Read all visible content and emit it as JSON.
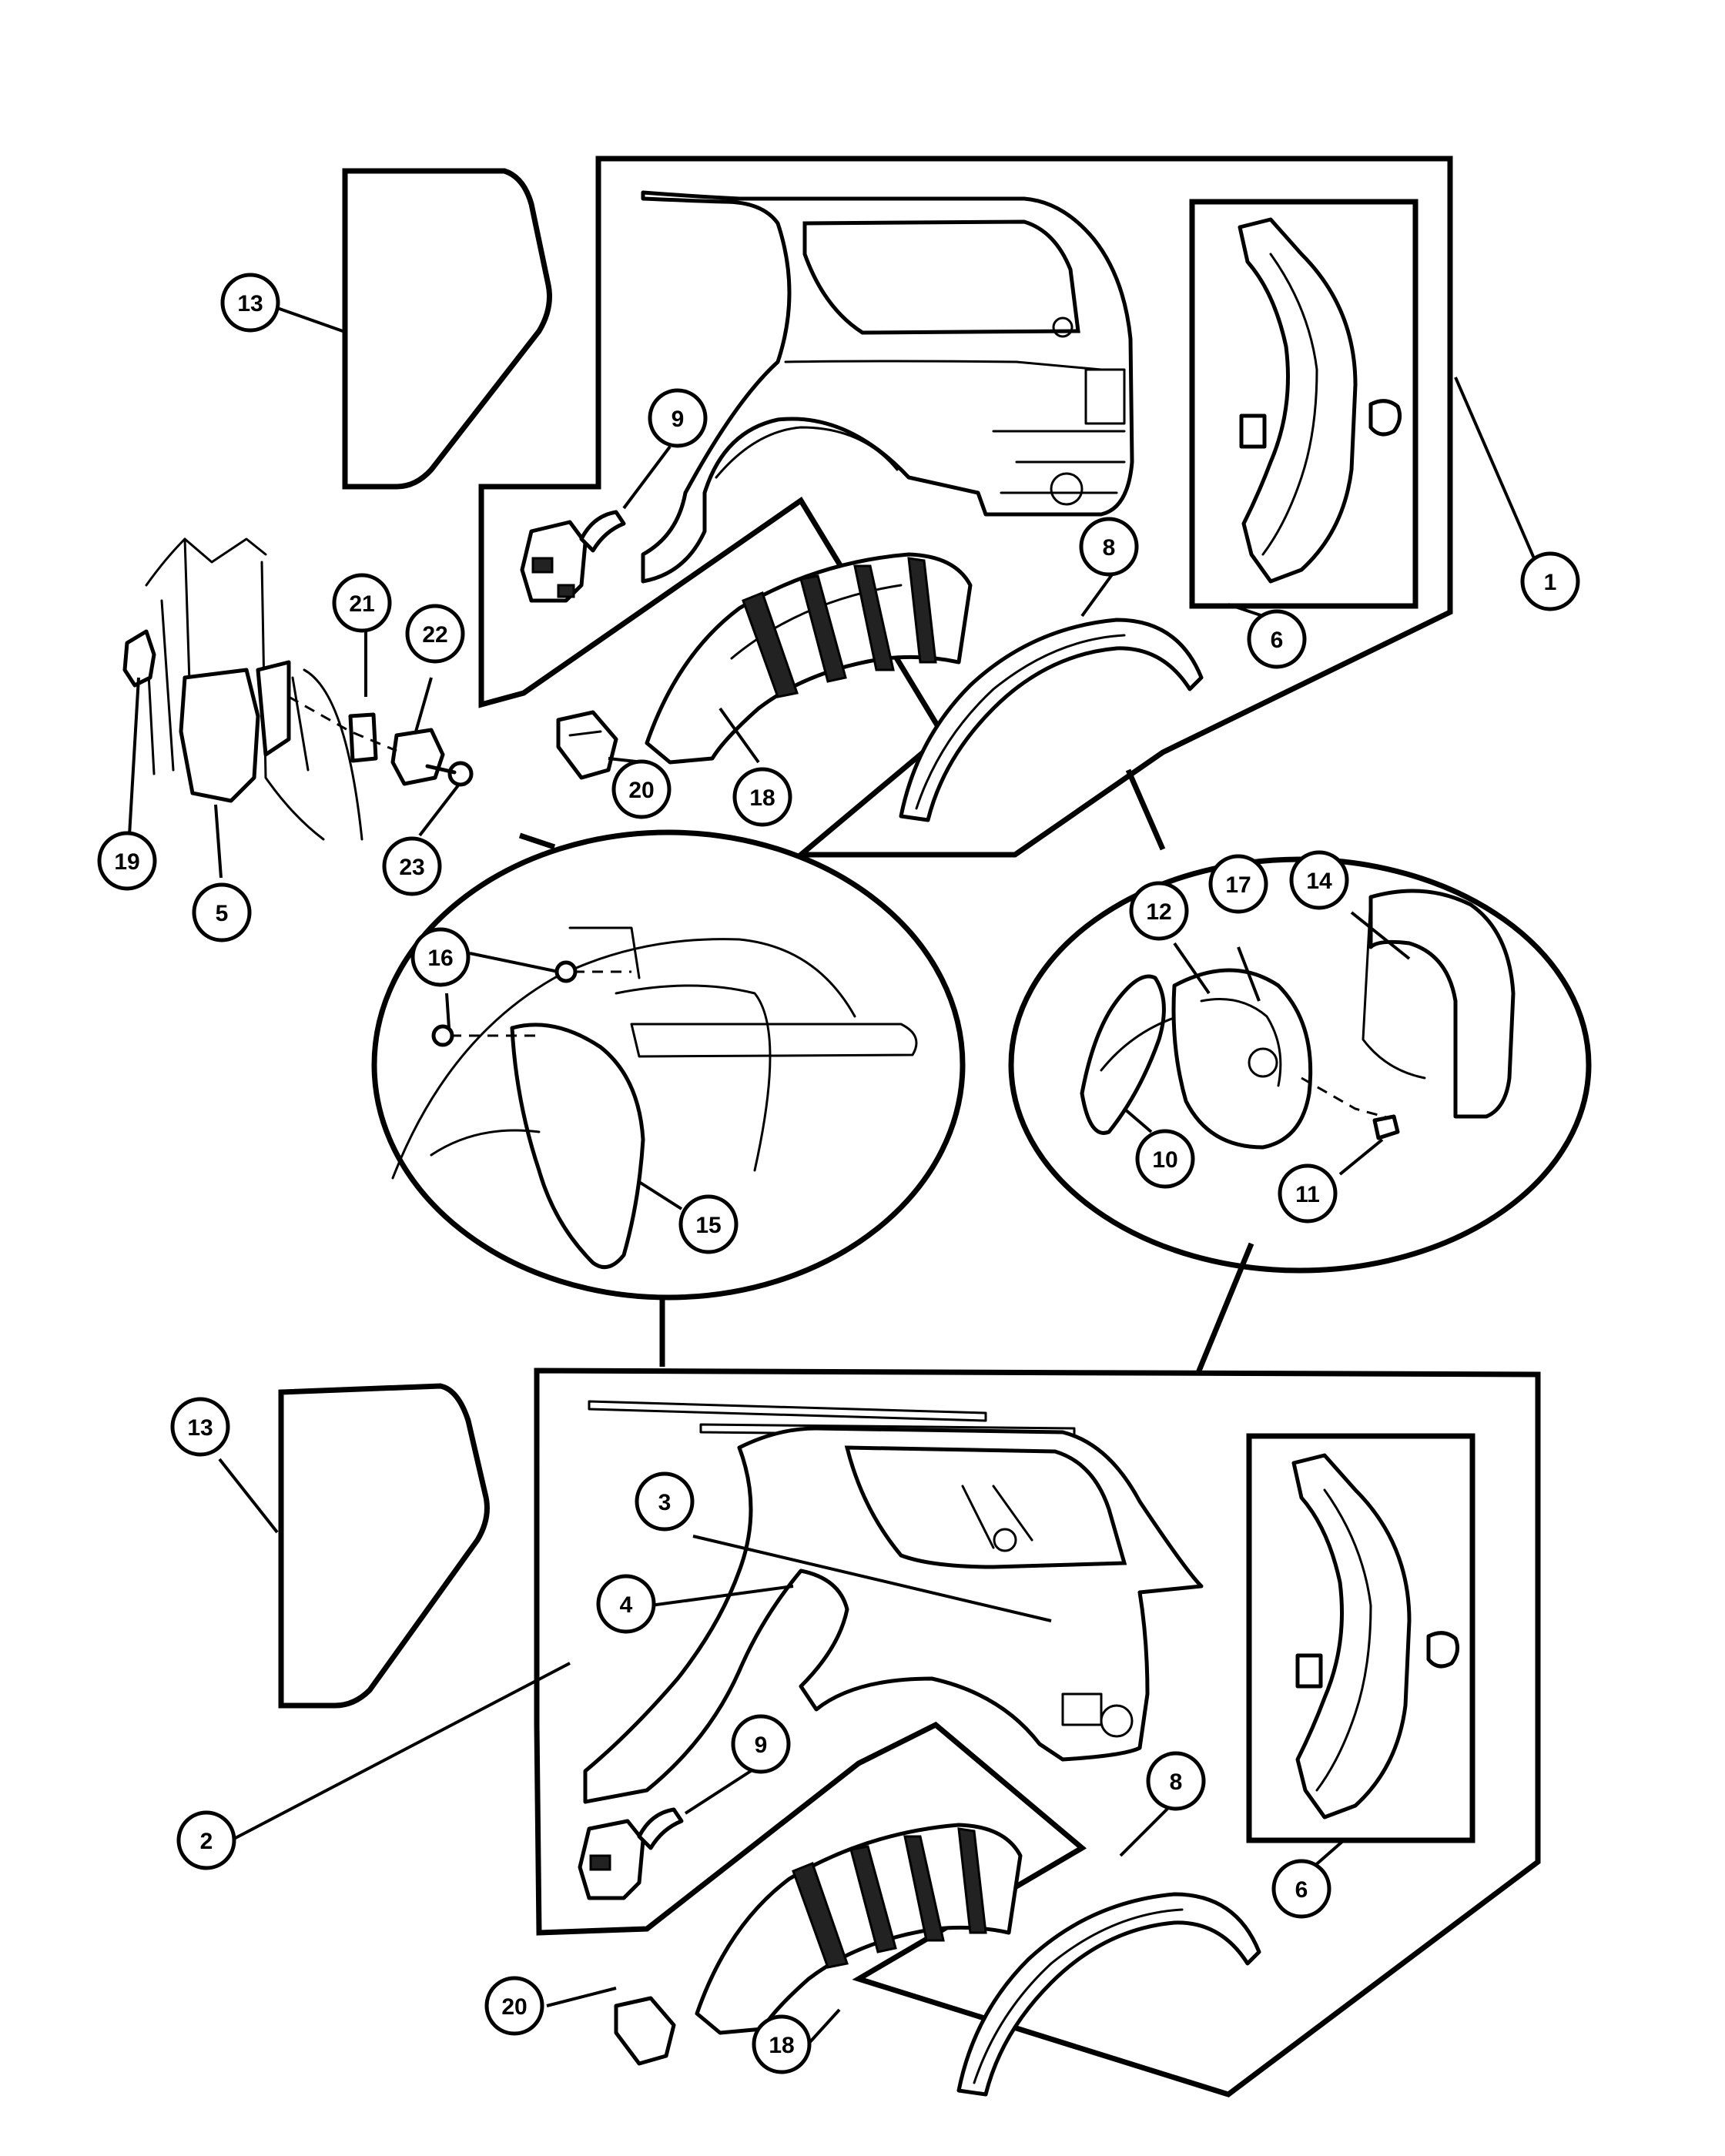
{
  "callouts": [
    {
      "id": "c13-top",
      "label": "13"
    },
    {
      "id": "c9-top",
      "label": "9"
    },
    {
      "id": "c1",
      "label": "1"
    },
    {
      "id": "c6-top",
      "label": "6"
    },
    {
      "id": "c8-top",
      "label": "8"
    },
    {
      "id": "c21",
      "label": "21"
    },
    {
      "id": "c22",
      "label": "22"
    },
    {
      "id": "c19",
      "label": "19"
    },
    {
      "id": "c5",
      "label": "5"
    },
    {
      "id": "c23",
      "label": "23"
    },
    {
      "id": "c20-top",
      "label": "20"
    },
    {
      "id": "c18-top",
      "label": "18"
    },
    {
      "id": "c16",
      "label": "16"
    },
    {
      "id": "c15",
      "label": "15"
    },
    {
      "id": "c12",
      "label": "12"
    },
    {
      "id": "c17",
      "label": "17"
    },
    {
      "id": "c14",
      "label": "14"
    },
    {
      "id": "c10",
      "label": "10"
    },
    {
      "id": "c11",
      "label": "11"
    },
    {
      "id": "c13-bot",
      "label": "13"
    },
    {
      "id": "c3",
      "label": "3"
    },
    {
      "id": "c4",
      "label": "4"
    },
    {
      "id": "c2",
      "label": "2"
    },
    {
      "id": "c9-bot",
      "label": "9"
    },
    {
      "id": "c8-bot",
      "label": "8"
    },
    {
      "id": "c6-bot",
      "label": "6"
    },
    {
      "id": "c20-bot",
      "label": "20"
    },
    {
      "id": "c18-bot",
      "label": "18"
    }
  ]
}
